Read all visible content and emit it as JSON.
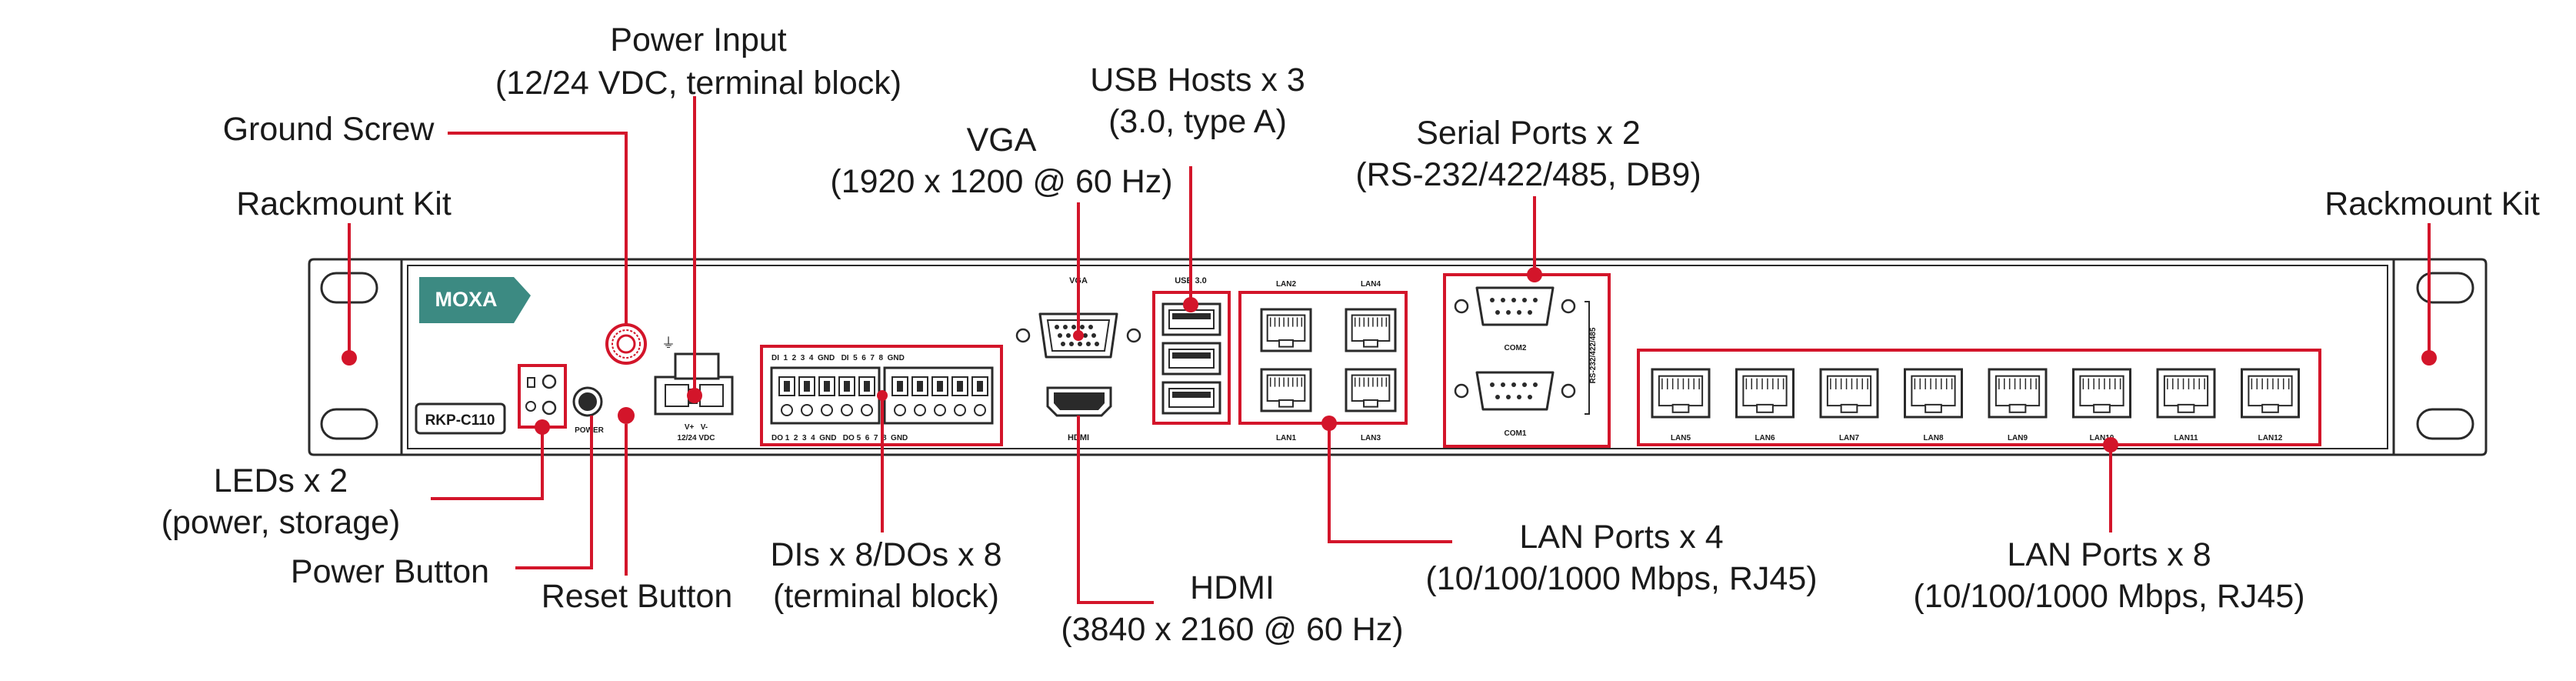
{
  "device": {
    "brand": "MOXA",
    "model": "RKP-C110",
    "panel_labels": {
      "vga": "VGA",
      "usb": "USB 3.0",
      "hdmi": "HDMI",
      "power": "POWER",
      "power_terminal": "V+   V-",
      "power_rating": "12/24 VDC",
      "di_row": "DI  1  2  3  4  GND   DI  5  6  7  8  GND",
      "do_row": "DO 1  2  3  4  GND   DO 5  6  7  8  GND",
      "com1": "COM1",
      "com2": "COM2",
      "serial_mode": "RS-232/422/485",
      "lan_group1": [
        "LAN2",
        "LAN4",
        "LAN1",
        "LAN3"
      ],
      "lan_group2": [
        "LAN5",
        "LAN6",
        "LAN7",
        "LAN8",
        "LAN9",
        "LAN10",
        "LAN11",
        "LAN12"
      ]
    }
  },
  "callouts": {
    "power_input": {
      "line1": "Power Input",
      "line2": "(12/24 VDC, terminal block)"
    },
    "ground_screw": {
      "line1": "Ground Screw"
    },
    "rackmount_left": {
      "line1": "Rackmount Kit"
    },
    "vga": {
      "line1": "VGA",
      "line2": "(1920 x 1200 @ 60 Hz)"
    },
    "usb": {
      "line1": "USB Hosts x 3",
      "line2": "(3.0, type A)"
    },
    "serial": {
      "line1": "Serial Ports x 2",
      "line2": "(RS-232/422/485, DB9)"
    },
    "rackmount_right": {
      "line1": "Rackmount Kit"
    },
    "leds": {
      "line1": "LEDs x 2",
      "line2": "(power, storage)"
    },
    "power_button": {
      "line1": "Power Button"
    },
    "reset_button": {
      "line1": "Reset Button"
    },
    "dio": {
      "line1": "DIs x 8/DOs x 8",
      "line2": "(terminal block)"
    },
    "hdmi": {
      "line1": "HDMI",
      "line2": "(3840 x 2160 @ 60 Hz)"
    },
    "lan4": {
      "line1": "LAN Ports x 4",
      "line2": "(10/100/1000 Mbps, RJ45)"
    },
    "lan8": {
      "line1": "LAN Ports x 8",
      "line2": "(10/100/1000 Mbps, RJ45)"
    }
  },
  "colors": {
    "accent": "#d3152a",
    "brand": "#3c8a82",
    "outline": "#2a2a2a",
    "text": "#1a1a1a"
  }
}
